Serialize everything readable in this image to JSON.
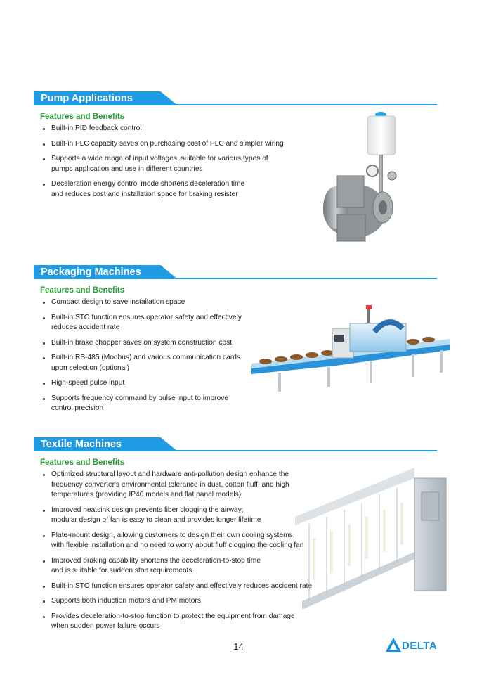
{
  "sections": [
    {
      "title": "Pump Applications",
      "subheading": "Features and Benefits",
      "bullets": [
        "Built-in PID feedback control",
        "Built-in PLC capacity saves on purchasing cost of PLC and simpler wiring",
        "Supports a wide range of input voltages, suitable for various types of\npumps application and use in different countries",
        "Deceleration energy control mode shortens deceleration time\nand reduces cost and installation space for braking resister"
      ]
    },
    {
      "title": "Packaging Machines",
      "subheading": "Features and Benefits",
      "bullets": [
        "Compact design to save installation space",
        "Built-in STO function ensures operator safety and effectively\nreduces accident rate",
        "Built-in brake chopper saves on system construction cost",
        "Built-in RS-485 (Modbus) and various communication cards\nupon selection (optional)",
        "High-speed pulse input",
        "Supports frequency command by pulse input to improve\ncontrol precision"
      ]
    },
    {
      "title": "Textile Machines",
      "subheading": "Features and Benefits",
      "bullets": [
        "Optimized structural layout and hardware anti-pollution design enhance the\nfrequency converter's environmental tolerance in dust, cotton fluff, and high\ntemperatures (providing IP40 models and flat panel models)",
        "Improved heatsink design prevents fiber clogging the airway;\nmodular design of fan is easy to clean and provides longer lifetime",
        "Plate-mount design, allowing customers to design their own cooling systems,\nwith flexible installation and no need to worry about fluff clogging the cooling fan",
        "Improved braking capability shortens the deceleration-to-stop time\nand is suitable for sudden stop requirements",
        "Built-in STO function ensures operator safety and effectively reduces accident rate",
        "Supports both induction motors and PM motors",
        "Provides deceleration-to-stop function to protect the equipment from damage\nwhen sudden power failure occurs"
      ]
    }
  ],
  "footer": {
    "page_number": "14",
    "brand": "DELTA"
  },
  "colors": {
    "accent": "#1e9be3",
    "subheading": "#2a9a39",
    "text": "#222222"
  }
}
